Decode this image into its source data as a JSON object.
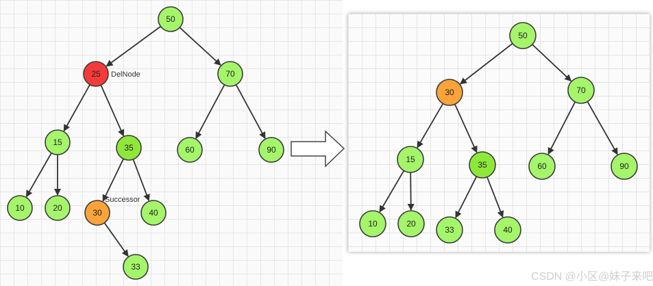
{
  "colors": {
    "normal": "#a4f56a",
    "successor": "#f9a33a",
    "deleted": "#f53a3a",
    "highlight": "#8ee83a",
    "edge": "#333333"
  },
  "before": {
    "nodes": [
      {
        "label": "50",
        "kind": "normal"
      },
      {
        "label": "25",
        "kind": "deleted"
      },
      {
        "label": "70",
        "kind": "normal"
      },
      {
        "label": "15",
        "kind": "normal"
      },
      {
        "label": "35",
        "kind": "highlight"
      },
      {
        "label": "60",
        "kind": "normal"
      },
      {
        "label": "90",
        "kind": "normal"
      },
      {
        "label": "10",
        "kind": "normal"
      },
      {
        "label": "20",
        "kind": "normal"
      },
      {
        "label": "30",
        "kind": "successor"
      },
      {
        "label": "40",
        "kind": "normal"
      },
      {
        "label": "33",
        "kind": "normal"
      }
    ],
    "tags": {
      "delete_node": "DelNode",
      "successor": "Successor"
    }
  },
  "after": {
    "nodes": [
      {
        "label": "50",
        "kind": "normal"
      },
      {
        "label": "30",
        "kind": "successor"
      },
      {
        "label": "70",
        "kind": "normal"
      },
      {
        "label": "15",
        "kind": "normal"
      },
      {
        "label": "35",
        "kind": "highlight"
      },
      {
        "label": "60",
        "kind": "normal"
      },
      {
        "label": "90",
        "kind": "normal"
      },
      {
        "label": "10",
        "kind": "normal"
      },
      {
        "label": "20",
        "kind": "normal"
      },
      {
        "label": "33",
        "kind": "normal"
      },
      {
        "label": "40",
        "kind": "normal"
      }
    ]
  },
  "watermark": "CSDN @小区@妹子来吧"
}
